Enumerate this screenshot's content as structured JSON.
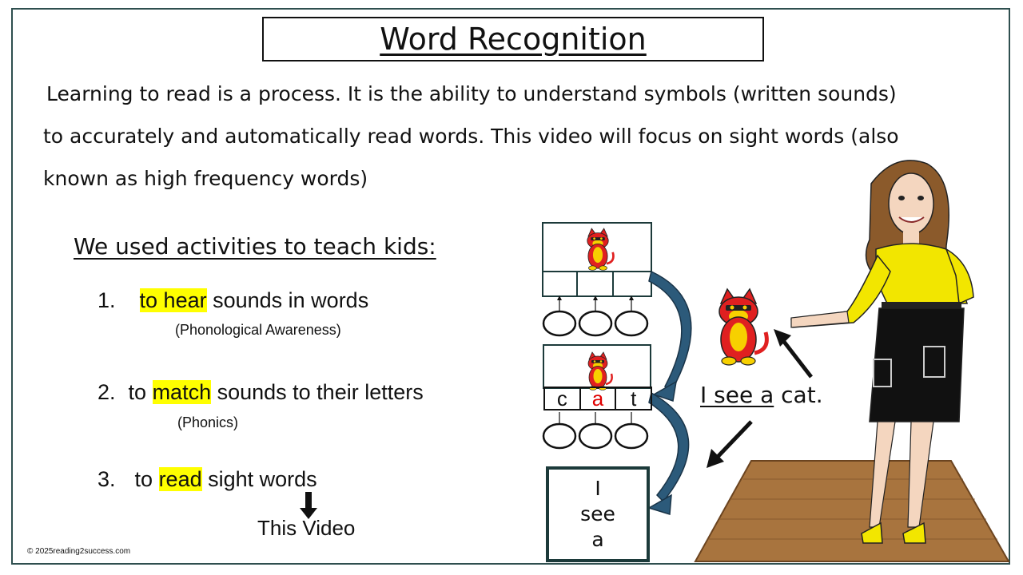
{
  "slide": {
    "title": "Word Recognition",
    "intro_lines": [
      "Learning to read is a process.  It is the ability to understand symbols (written sounds)",
      "to accurately and automatically read words.  This video will focus on sight words (also",
      "known as high frequency words)"
    ],
    "heading": "We used activities to teach kids:",
    "items": [
      {
        "number": "1.",
        "pre": "",
        "highlight": "to hear",
        "post": " sounds in words",
        "sub": "(Phonological Awareness)"
      },
      {
        "number": "2.",
        "pre": "to ",
        "highlight": "match",
        "post": " sounds to their letters",
        "sub": "(Phonics)"
      },
      {
        "number": "3.",
        "pre": "to ",
        "highlight": "read",
        "post": " sight words",
        "sub": ""
      }
    ],
    "this_video": "This Video",
    "copyright": "© 2025reading2success.com",
    "letters": [
      "c",
      "a",
      "t"
    ],
    "sight_words": [
      "I",
      "see",
      "a"
    ],
    "caption": {
      "part1": "I see a",
      "part2": " cat."
    }
  },
  "colors": {
    "highlight": "#ffff00",
    "cat_red": "#e02020",
    "cat_yellow": "#f7d000",
    "arrow_blue": "#2c5a7a",
    "shirt": "#f2e600",
    "floor": "#a8743e",
    "letter_accent": "#e00000"
  },
  "icons": [
    "cat-icon",
    "teacher-figure",
    "arrow-icon"
  ]
}
